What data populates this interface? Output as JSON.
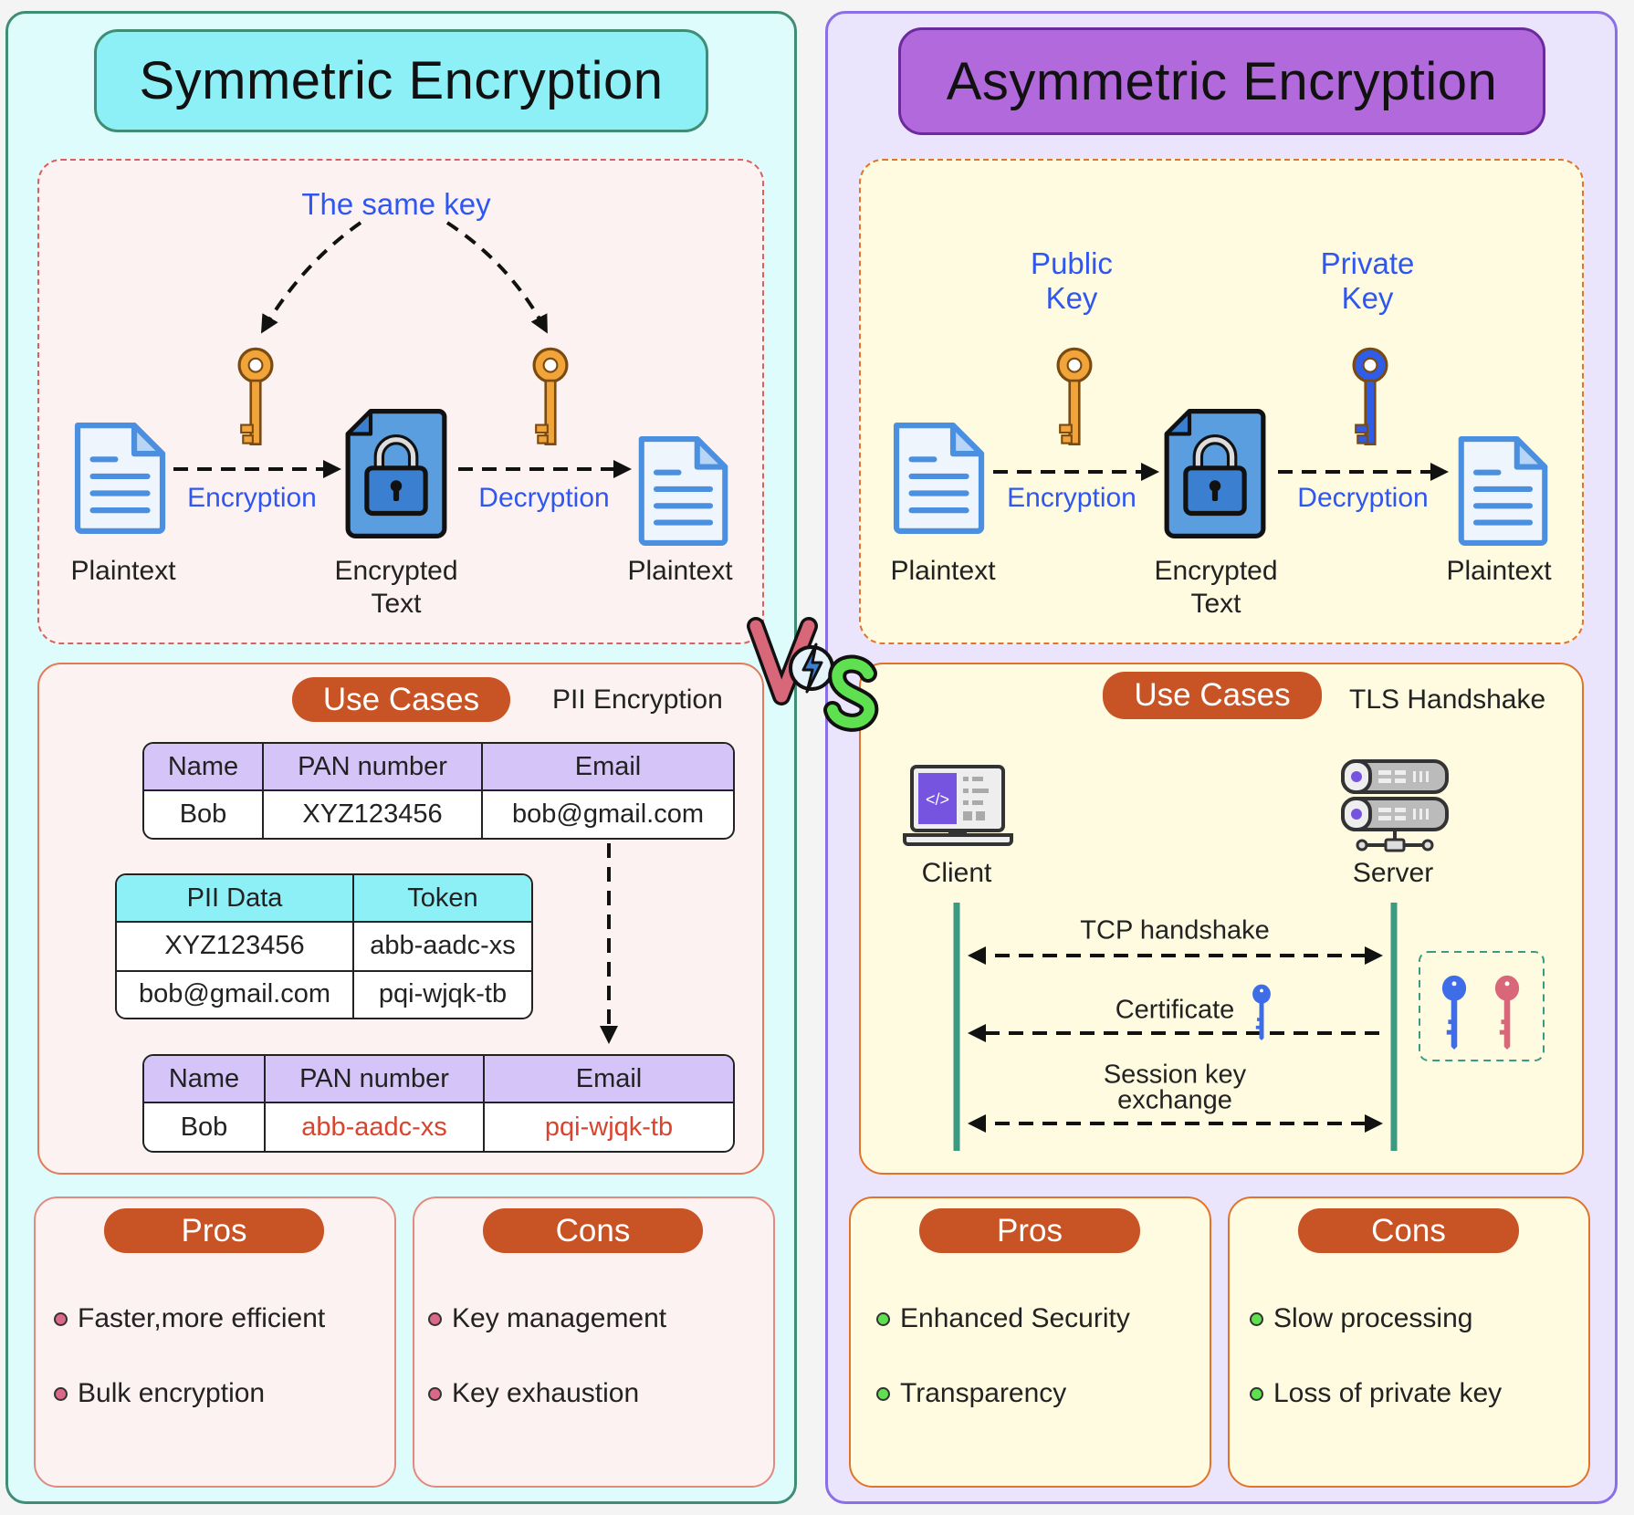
{
  "symmetric": {
    "title": "Symmetric Encryption",
    "diagram": {
      "key_label": "The same key",
      "encryption_label": "Encryption",
      "decryption_label": "Decryption",
      "plaintext_left": "Plaintext",
      "encrypted_label_line1": "Encrypted",
      "encrypted_label_line2": "Text",
      "plaintext_right": "Plaintext"
    },
    "use_cases": {
      "badge": "Use Cases",
      "subtitle": "PII Encryption",
      "original_table": {
        "headers": [
          "Name",
          "PAN number",
          "Email"
        ],
        "rows": [
          [
            "Bob",
            "XYZ123456",
            "bob@gmail.com"
          ]
        ]
      },
      "token_table": {
        "headers": [
          "PII Data",
          "Token"
        ],
        "rows": [
          [
            "XYZ123456",
            "abb-aadc-xs"
          ],
          [
            "bob@gmail.com",
            "pqi-wjqk-tb"
          ]
        ]
      },
      "tokenized_table": {
        "headers": [
          "Name",
          "PAN number",
          "Email"
        ],
        "rows": [
          [
            "Bob",
            "abb-aadc-xs",
            "pqi-wjqk-tb"
          ]
        ]
      }
    },
    "pros": {
      "badge": "Pros",
      "items": [
        "Faster,more efficient",
        "Bulk encryption"
      ]
    },
    "cons": {
      "badge": "Cons",
      "items": [
        "Key management",
        "Key exhaustion"
      ]
    }
  },
  "asymmetric": {
    "title": "Asymmetric Encryption",
    "diagram": {
      "public_key_line1": "Public",
      "public_key_line2": "Key",
      "private_key_line1": "Private",
      "private_key_line2": "Key",
      "encryption_label": "Encryption",
      "decryption_label": "Decryption",
      "plaintext_left": "Plaintext",
      "encrypted_label_line1": "Encrypted",
      "encrypted_label_line2": "Text",
      "plaintext_right": "Plaintext"
    },
    "use_cases": {
      "badge": "Use Cases",
      "subtitle": "TLS Handshake",
      "client_label": "Client",
      "server_label": "Server",
      "messages": [
        {
          "label": "TCP handshake",
          "direction": "both"
        },
        {
          "label": "Certificate",
          "direction": "to-client"
        },
        {
          "label_line1": "Session key",
          "label_line2": "exchange",
          "direction": "both"
        }
      ]
    },
    "pros": {
      "badge": "Pros",
      "items": [
        "Enhanced Security",
        "Transparency"
      ]
    },
    "cons": {
      "badge": "Cons",
      "items": [
        "Slow processing",
        "Loss of private key"
      ]
    }
  },
  "vs_label": "VS",
  "colors": {
    "sym_panel_bg": "#dffcfd",
    "sym_title_bg": "#8df0f6",
    "asym_panel_bg": "#ebe4fd",
    "asym_title_bg": "#b169dc",
    "badge_bg": "#c85426",
    "label_blue": "#2f57f0",
    "tokenized_red": "#d9442e",
    "gold_key": "#f0a43a",
    "blue_key": "#2f5de8",
    "red_key": "#d9677a"
  }
}
